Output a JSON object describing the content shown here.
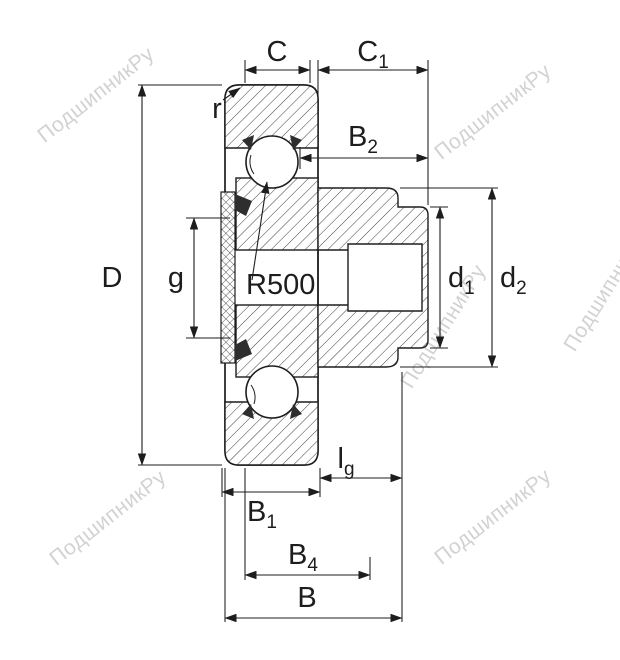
{
  "watermark": {
    "text": "ПодшипникРу"
  },
  "colors": {
    "line": "#1d1d1d",
    "watermark": "#c8c8c8",
    "hatch": "#2a2a2a"
  },
  "callouts": {
    "C": {
      "main": "C"
    },
    "C1": {
      "main": "C",
      "sub": "1"
    },
    "r": {
      "main": "r"
    },
    "B2": {
      "main": "B",
      "sub": "2"
    },
    "D": {
      "main": "D"
    },
    "g": {
      "main": "g"
    },
    "R500": {
      "main": "R500"
    },
    "d1": {
      "main": "d",
      "sub": "1"
    },
    "d2": {
      "main": "d",
      "sub": "2"
    },
    "lg": {
      "main": "l",
      "sub": "g"
    },
    "B1": {
      "main": "B",
      "sub": "1"
    },
    "B4": {
      "main": "B",
      "sub": "4"
    },
    "B": {
      "main": "B"
    }
  }
}
